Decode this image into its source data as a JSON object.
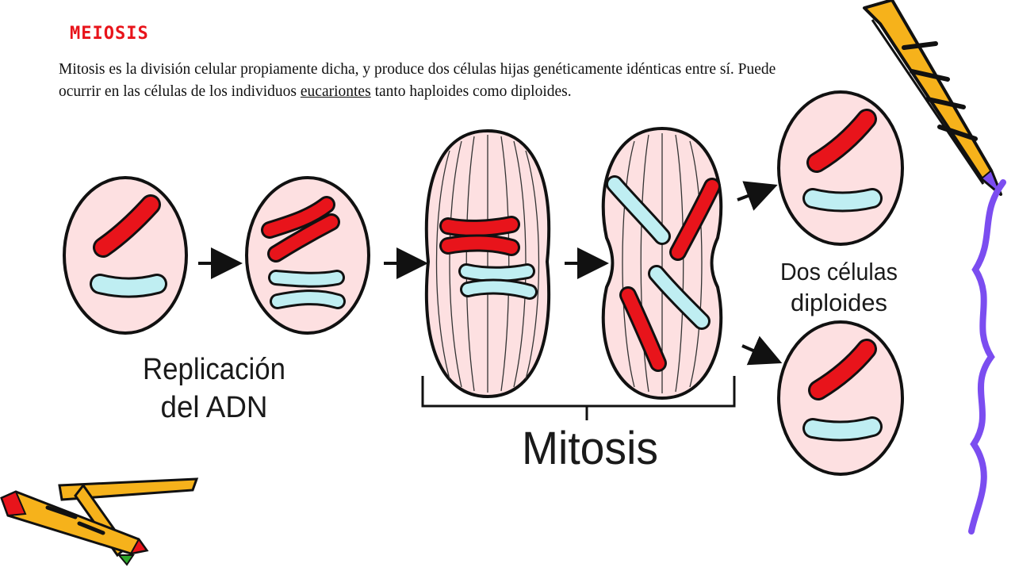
{
  "slide": {
    "title": "MEIOSIS",
    "intro": {
      "part1": "Mitosis es la división celular propiamente dicha, y produce dos células hijas genéticamente idénticas entre sí. Puede ocurrir en las células de los individuos ",
      "link": "eucariontes",
      "part2": " tanto haploides como diploides."
    }
  },
  "diagram": {
    "label_replication_line1": "Replicación",
    "label_replication_line2": "del ADN",
    "label_mitosis": "Mitosis",
    "label_daughters_line1": "Dos células",
    "label_daughters_line2": "diploides"
  },
  "colors": {
    "cell_fill": "#fde0e1",
    "chromosome_red": "#e8141b",
    "chromosome_blue": "#bfeef2",
    "outline": "#111111",
    "pencil_yellow": "#f6b21b",
    "squiggle_purple": "#7b4df0"
  },
  "icons": [
    "pencil-decoration-icon",
    "squiggle-decoration-icon",
    "arrow-icon"
  ]
}
